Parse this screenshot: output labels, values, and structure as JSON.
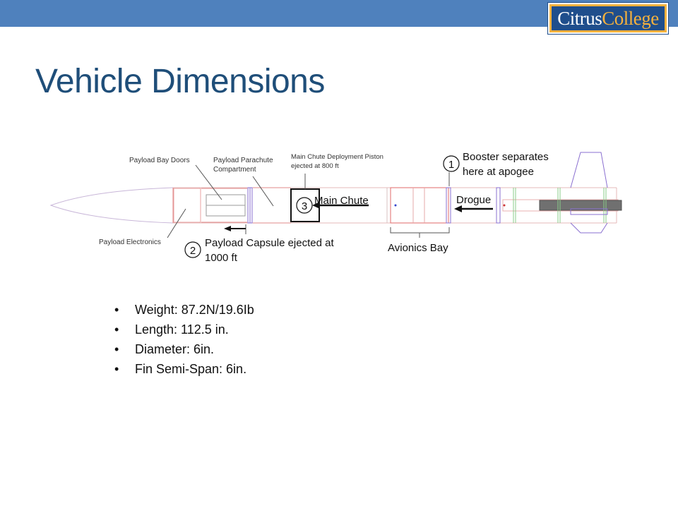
{
  "slide": {
    "title": "Vehicle Dimensions",
    "logo": {
      "part1": "Citrus",
      "part2": "College"
    }
  },
  "diagram": {
    "labels": {
      "payload_bay_doors": "Payload Bay Doors",
      "payload_parachute_1": "Payload Parachute",
      "payload_parachute_2": "Compartment",
      "main_piston_1": "Main Chute Deployment Piston",
      "main_piston_2": "ejected at 800 ft",
      "booster_1": "Booster separates",
      "booster_2": "here at apogee",
      "main_chute": "Main Chute",
      "drogue": "Drogue",
      "payload_electronics": "Payload Electronics",
      "capsule_1": "Payload Capsule ejected at",
      "capsule_2": "1000 ft",
      "avionics_bay": "Avionics Bay"
    },
    "steps": [
      "1",
      "2",
      "3"
    ]
  },
  "specs": [
    "Weight: 87.2N/19.6Ib",
    "Length: 112.5 in.",
    "Diameter: 6in.",
    "Fin Semi-Span: 6in."
  ]
}
